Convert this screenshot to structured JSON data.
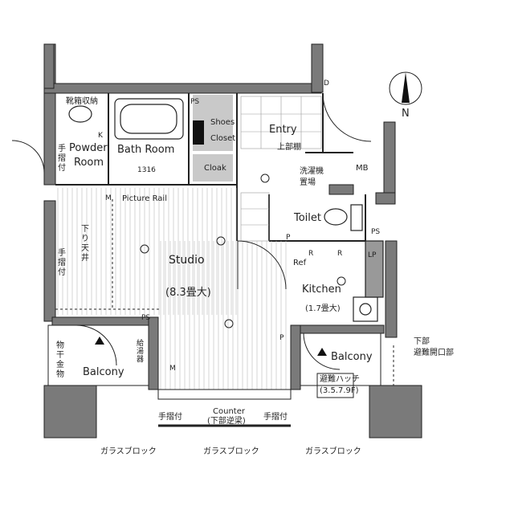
{
  "compass": {
    "label": "N"
  },
  "rooms": {
    "shoe_storage": "靴箱収納",
    "powder_room": [
      "Powder",
      "Room"
    ],
    "bath_room": "Bath Room",
    "bath_size": "1316",
    "shoes_closet": [
      "Shoes",
      "Closet"
    ],
    "entry": "Entry",
    "upper_shelf": "上部棚",
    "mb": "MB",
    "cloak": "Cloak",
    "washer_space": [
      "洗濯機",
      "置場"
    ],
    "toilet": "Toilet",
    "picture_rail": "Picture Rail",
    "studio": "Studio",
    "studio_size": "(8.3畳大)",
    "kitchen": "Kitchen",
    "kitchen_size": "(1.7畳大)",
    "ref": "Ref",
    "balcony_left": "Balcony",
    "balcony_right": "Balcony",
    "counter": "Counter",
    "counter_note": "(下部逆梁)",
    "drop_ceiling": [
      "下",
      "り",
      "天",
      "井"
    ],
    "handrail_vertical": [
      "手",
      "摺",
      "付"
    ],
    "handrail_bottom": "手摺付",
    "drying_hardware": [
      "物",
      "干",
      "金",
      "物"
    ],
    "water_heater": [
      "給",
      "湯",
      "器"
    ],
    "escape_hatch": "避難ハッチ",
    "escape_floors": "(3.5.7.9F)",
    "lower_escape_opening": [
      "下部",
      "避難開口部"
    ],
    "glass_block": "ガラスブロック"
  },
  "markers": {
    "ps": "PS",
    "p": "P",
    "k": "K",
    "m": "M",
    "d": "D",
    "r": "R",
    "lp": "LP"
  }
}
